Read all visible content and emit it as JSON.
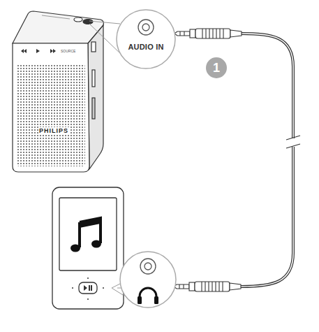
{
  "diagram": {
    "nodes": [
      {
        "text": [
          "AUDIO IN"
        ]
      }
    ],
    "labels": [
      "PHILIPS",
      "SOURCE",
      "1"
    ]
  }
}
